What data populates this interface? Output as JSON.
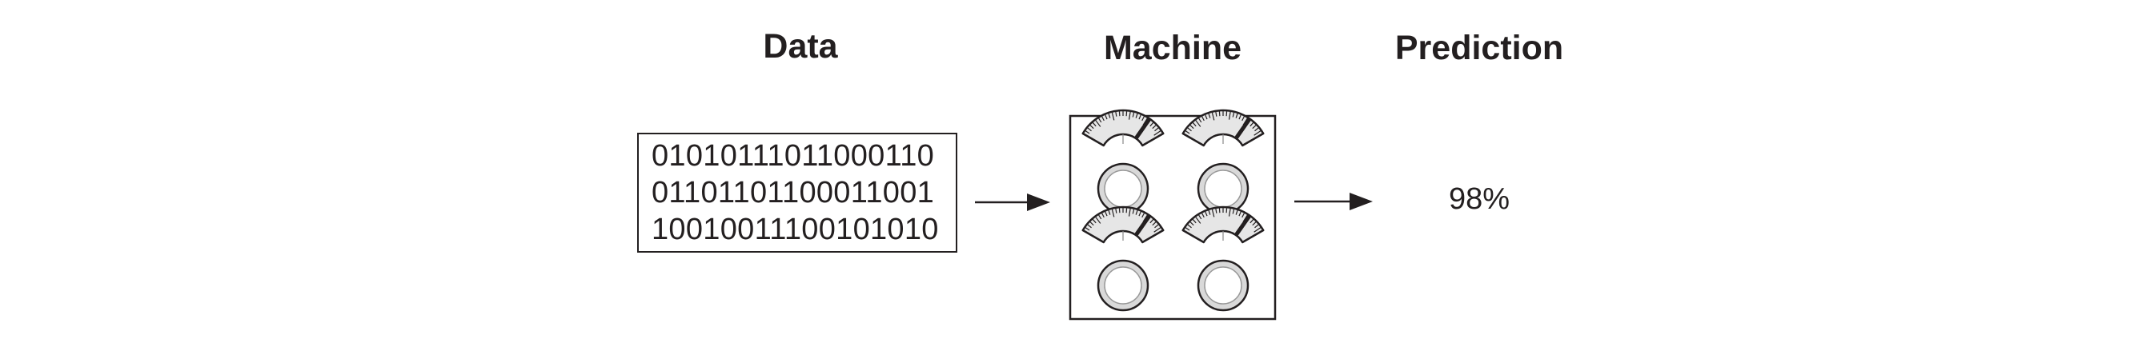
{
  "headings": {
    "data": "Data",
    "machine": "Machine",
    "prediction": "Prediction"
  },
  "data_box": {
    "lines": [
      "01010111011000110",
      "01101101100011001",
      "10010011100101010"
    ]
  },
  "prediction": {
    "value": "98%"
  },
  "machine": {
    "gauge_count": 4,
    "knob_count": 4
  }
}
